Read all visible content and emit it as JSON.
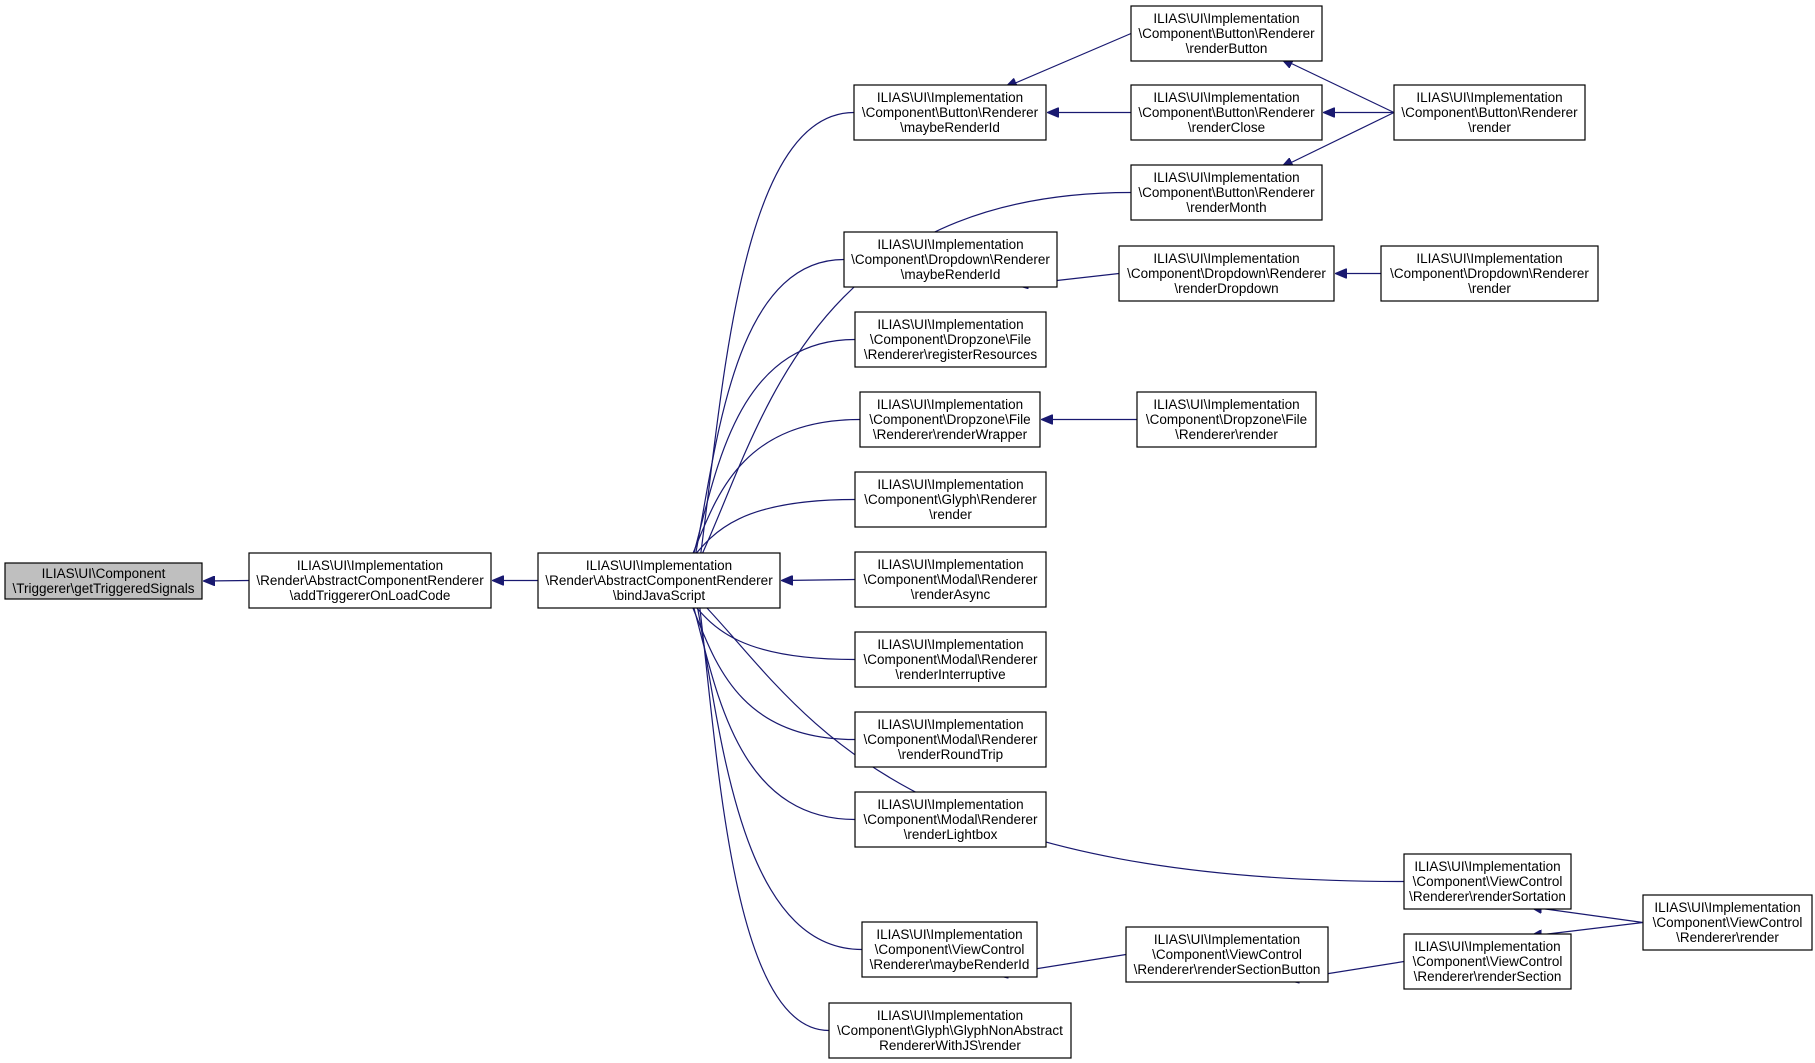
{
  "graph": {
    "nodes": [
      {
        "id": "n0",
        "lines": [
          "ILIAS\\UI\\Component",
          "\\Triggerer\\getTriggeredSignals"
        ],
        "root": true
      },
      {
        "id": "n1",
        "lines": [
          "ILIAS\\UI\\Implementation",
          "\\Render\\AbstractComponentRenderer",
          "\\addTriggererOnLoadCode"
        ]
      },
      {
        "id": "n2",
        "lines": [
          "ILIAS\\UI\\Implementation",
          "\\Render\\AbstractComponentRenderer",
          "\\bindJavaScript"
        ]
      },
      {
        "id": "n3",
        "lines": [
          "ILIAS\\UI\\Implementation",
          "\\Component\\Button\\Renderer",
          "\\maybeRenderId"
        ]
      },
      {
        "id": "n4",
        "lines": [
          "ILIAS\\UI\\Implementation",
          "\\Component\\Button\\Renderer",
          "\\renderButton"
        ]
      },
      {
        "id": "n5",
        "lines": [
          "ILIAS\\UI\\Implementation",
          "\\Component\\Button\\Renderer",
          "\\renderClose"
        ]
      },
      {
        "id": "n6",
        "lines": [
          "ILIAS\\UI\\Implementation",
          "\\Component\\Button\\Renderer",
          "\\render"
        ]
      },
      {
        "id": "n7",
        "lines": [
          "ILIAS\\UI\\Implementation",
          "\\Component\\Button\\Renderer",
          "\\renderMonth"
        ]
      },
      {
        "id": "n8",
        "lines": [
          "ILIAS\\UI\\Implementation",
          "\\Component\\Dropdown\\Renderer",
          "\\maybeRenderId"
        ]
      },
      {
        "id": "n9",
        "lines": [
          "ILIAS\\UI\\Implementation",
          "\\Component\\Dropdown\\Renderer",
          "\\renderDropdown"
        ]
      },
      {
        "id": "n10",
        "lines": [
          "ILIAS\\UI\\Implementation",
          "\\Component\\Dropdown\\Renderer",
          "\\render"
        ]
      },
      {
        "id": "n11",
        "lines": [
          "ILIAS\\UI\\Implementation",
          "\\Component\\Dropzone\\File",
          "\\Renderer\\registerResources"
        ]
      },
      {
        "id": "n12",
        "lines": [
          "ILIAS\\UI\\Implementation",
          "\\Component\\Dropzone\\File",
          "\\Renderer\\renderWrapper"
        ]
      },
      {
        "id": "n13",
        "lines": [
          "ILIAS\\UI\\Implementation",
          "\\Component\\Dropzone\\File",
          "\\Renderer\\render"
        ]
      },
      {
        "id": "n14",
        "lines": [
          "ILIAS\\UI\\Implementation",
          "\\Component\\Glyph\\Renderer",
          "\\render"
        ]
      },
      {
        "id": "n15",
        "lines": [
          "ILIAS\\UI\\Implementation",
          "\\Component\\Modal\\Renderer",
          "\\renderAsync"
        ]
      },
      {
        "id": "n16",
        "lines": [
          "ILIAS\\UI\\Implementation",
          "\\Component\\Modal\\Renderer",
          "\\renderInterruptive"
        ]
      },
      {
        "id": "n17",
        "lines": [
          "ILIAS\\UI\\Implementation",
          "\\Component\\Modal\\Renderer",
          "\\renderRoundTrip"
        ]
      },
      {
        "id": "n18",
        "lines": [
          "ILIAS\\UI\\Implementation",
          "\\Component\\Modal\\Renderer",
          "\\renderLightbox"
        ]
      },
      {
        "id": "n19",
        "lines": [
          "ILIAS\\UI\\Implementation",
          "\\Component\\ViewControl",
          "\\Renderer\\renderSortation"
        ]
      },
      {
        "id": "n20",
        "lines": [
          "ILIAS\\UI\\Implementation",
          "\\Component\\ViewControl",
          "\\Renderer\\render"
        ]
      },
      {
        "id": "n21",
        "lines": [
          "ILIAS\\UI\\Implementation",
          "\\Component\\ViewControl",
          "\\Renderer\\maybeRenderId"
        ]
      },
      {
        "id": "n22",
        "lines": [
          "ILIAS\\UI\\Implementation",
          "\\Component\\ViewControl",
          "\\Renderer\\renderSectionButton"
        ]
      },
      {
        "id": "n23",
        "lines": [
          "ILIAS\\UI\\Implementation",
          "\\Component\\ViewControl",
          "\\Renderer\\renderSection"
        ]
      },
      {
        "id": "n24",
        "lines": [
          "ILIAS\\UI\\Implementation",
          "\\Component\\Glyph\\GlyphNonAbstract",
          "RendererWithJS\\render"
        ]
      }
    ],
    "edges": [
      {
        "from": "n1",
        "to": "n0"
      },
      {
        "from": "n2",
        "to": "n1"
      },
      {
        "from": "n3",
        "to": "n2"
      },
      {
        "from": "n7",
        "to": "n2"
      },
      {
        "from": "n8",
        "to": "n2"
      },
      {
        "from": "n11",
        "to": "n2"
      },
      {
        "from": "n12",
        "to": "n2"
      },
      {
        "from": "n14",
        "to": "n2"
      },
      {
        "from": "n15",
        "to": "n2"
      },
      {
        "from": "n16",
        "to": "n2"
      },
      {
        "from": "n17",
        "to": "n2"
      },
      {
        "from": "n18",
        "to": "n2"
      },
      {
        "from": "n19",
        "to": "n2"
      },
      {
        "from": "n21",
        "to": "n2"
      },
      {
        "from": "n24",
        "to": "n2"
      },
      {
        "from": "n4",
        "to": "n3"
      },
      {
        "from": "n5",
        "to": "n3"
      },
      {
        "from": "n6",
        "to": "n4"
      },
      {
        "from": "n6",
        "to": "n5"
      },
      {
        "from": "n6",
        "to": "n7"
      },
      {
        "from": "n9",
        "to": "n8"
      },
      {
        "from": "n10",
        "to": "n9"
      },
      {
        "from": "n13",
        "to": "n12"
      },
      {
        "from": "n20",
        "to": "n19"
      },
      {
        "from": "n20",
        "to": "n23"
      },
      {
        "from": "n23",
        "to": "n22"
      },
      {
        "from": "n22",
        "to": "n21"
      }
    ]
  },
  "colors": {
    "edge": "#191970",
    "root_fill": "#bfbfbf",
    "node_fill": "#ffffff",
    "border": "#000000"
  }
}
